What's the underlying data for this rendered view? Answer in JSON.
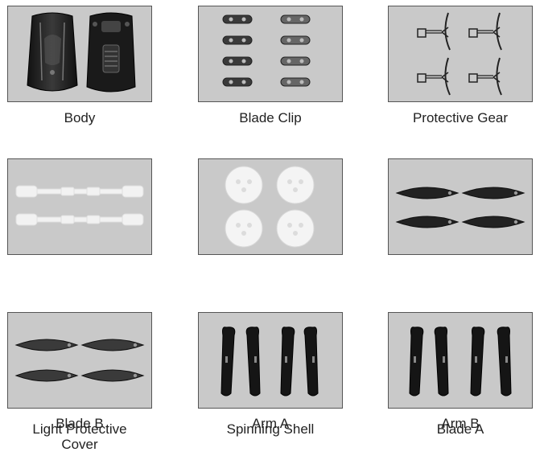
{
  "parts": [
    {
      "id": "body",
      "label": "Body"
    },
    {
      "id": "blade-clip",
      "label": "Blade Clip"
    },
    {
      "id": "protective-gear",
      "label": "Protective Gear"
    },
    {
      "id": "light-protective-cover",
      "label": "Light Protective\nCover"
    },
    {
      "id": "spinning-shell",
      "label": "Spinning Shell"
    },
    {
      "id": "blade-a",
      "label": "Blade A"
    },
    {
      "id": "blade-b",
      "label": "Blade B"
    },
    {
      "id": "arm-a",
      "label": "Arm A"
    },
    {
      "id": "arm-b",
      "label": "Arm B"
    }
  ]
}
